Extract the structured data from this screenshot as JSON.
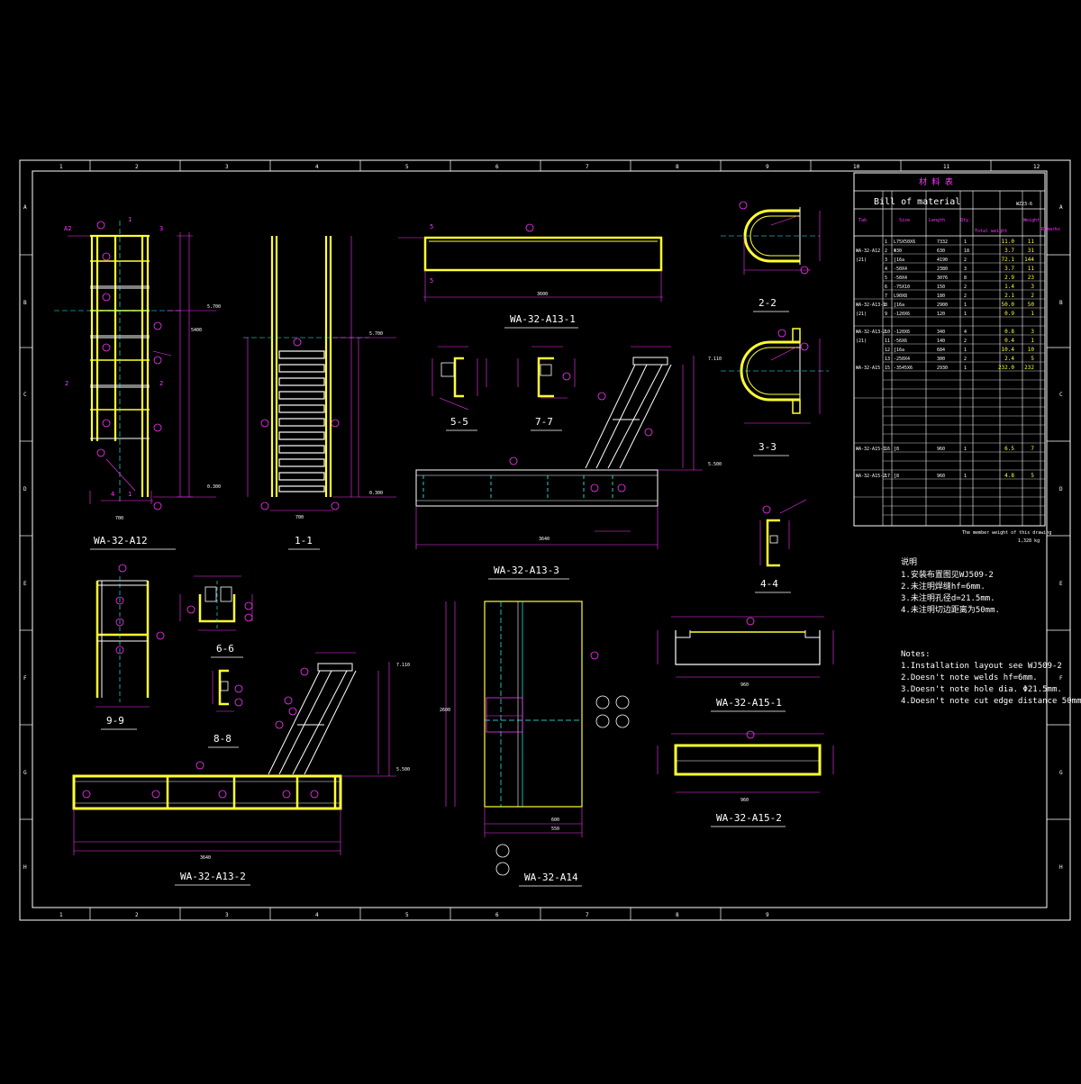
{
  "drawing": {
    "column_numbers_top": [
      "1",
      "2",
      "3",
      "4",
      "5",
      "6",
      "7",
      "8",
      "9",
      "10",
      "11",
      "12"
    ],
    "column_numbers_bottom": [
      "1",
      "2",
      "3",
      "4",
      "5",
      "6",
      "7",
      "8",
      "9"
    ],
    "row_letters": [
      "A",
      "B",
      "C",
      "D",
      "E",
      "F",
      "G",
      "H"
    ],
    "views": {
      "a12": "WA-32-A12",
      "s11": "1-1",
      "a13_1": "WA-32-A13-1",
      "s22": "2-2",
      "s33": "3-3",
      "s55": "5-5",
      "s77": "7-7",
      "a13_3": "WA-32-A13-3",
      "s44": "4-4",
      "s99": "9-9",
      "s66": "6-6",
      "s88": "8-8",
      "a14": "WA-32-A14",
      "a15_1": "WA-32-A15-1",
      "a15_2": "WA-32-A15-2",
      "a13_2": "WA-32-A13-2"
    },
    "elevations": {
      "a12_bottom": "0.300",
      "a12_top": "5.700",
      "s11_top": "5.700",
      "s11_bottom": "0.300",
      "a13_3_top": "7.110",
      "a13_3_base": "5.500",
      "a13_2_top": "7.110",
      "a13_2_base": "5.500"
    },
    "dims": {
      "a13_1_len": "3600",
      "a13_3_len": "3640",
      "a13_2_len": "3640",
      "a14_w": "600",
      "a14_w2": "550",
      "a14_h": "2600",
      "a15_1_len": "960",
      "a15_2_len": "960",
      "s11_w": "700",
      "a12_w": "700",
      "a12_h": "5400"
    },
    "bom": {
      "title_cn": "材 料 表",
      "title_en": "Bill of material",
      "sheet_no": "WZ23-6",
      "headers": [
        "Tab",
        "Size",
        "Length",
        "Qty.",
        "Total weight",
        "Weight",
        "Remarks"
      ],
      "rows": [
        {
          "tab": "",
          "no": "1",
          "size": "L75X50X6",
          "length": "7332",
          "qty": "1",
          "wt": "11.0",
          "tw": "11"
        },
        {
          "tab": "WA-32-A12",
          "no": "2",
          "size": "Φ30",
          "length": "630",
          "qty": "18",
          "wt": "3.7",
          "tw": "31"
        },
        {
          "tab": "(21)",
          "no": "3",
          "size": "[16a",
          "length": "4190",
          "qty": "2",
          "wt": "72.1",
          "tw": "144"
        },
        {
          "tab": "",
          "no": "4",
          "size": "-50X4",
          "length": "2380",
          "qty": "3",
          "wt": "3.7",
          "tw": "11"
        },
        {
          "tab": "",
          "no": "5",
          "size": "-50X4",
          "length": "3076",
          "qty": "8",
          "wt": "2.9",
          "tw": "23"
        },
        {
          "tab": "",
          "no": "6",
          "size": "-75X10",
          "length": "150",
          "qty": "2",
          "wt": "1.4",
          "tw": "3"
        },
        {
          "tab": "",
          "no": "7",
          "size": "L90X8",
          "length": "180",
          "qty": "2",
          "wt": "2.1",
          "tw": "2"
        },
        {
          "tab": "WA-32-A13-1",
          "no": "8",
          "size": "[16a",
          "length": "2900",
          "qty": "1",
          "wt": "50.0",
          "tw": "50"
        },
        {
          "tab": "(21)",
          "no": "9",
          "size": "-120X6",
          "length": "120",
          "qty": "1",
          "wt": "0.9",
          "tw": "1"
        },
        {
          "tab": "WA-32-A13-2",
          "no": "10",
          "size": "-120X6",
          "length": "340",
          "qty": "4",
          "wt": "0.8",
          "tw": "3"
        },
        {
          "tab": "(21)",
          "no": "11",
          "size": "-56X6",
          "length": "140",
          "qty": "2",
          "wt": "0.4",
          "tw": "1"
        },
        {
          "tab": "",
          "no": "12",
          "size": "[16a",
          "length": "684",
          "qty": "1",
          "wt": "10.4",
          "tw": "10"
        },
        {
          "tab": "",
          "no": "13",
          "size": "-250X4",
          "length": "300",
          "qty": "2",
          "wt": "2.4",
          "tw": "5"
        },
        {
          "tab": "WA-32-A15",
          "no": "15",
          "size": "-3545X6",
          "length": "2930",
          "qty": "1",
          "wt": "232.0",
          "tw": "232"
        },
        {
          "tab": "WA-32-A15-1",
          "no": "16",
          "size": "[8",
          "length": "960",
          "qty": "1",
          "wt": "6.5",
          "tw": "7"
        },
        {
          "tab": "WA-32-A15-2",
          "no": "17",
          "size": "[8",
          "length": "960",
          "qty": "1",
          "wt": "4.8",
          "tw": "5"
        }
      ],
      "weight_label": "The member weight of this drawing",
      "weight_value": "1,328 kg"
    },
    "notes_cn_title": "说明",
    "notes_cn": [
      "1.安装布置图见WJ509-2",
      "2.未注明焊缝hf=6mm.",
      "3.未注明孔径d=21.5mm.",
      "4.未注明切边距离为50mm."
    ],
    "notes_en_title": "Notes:",
    "notes_en": [
      "1.Installation layout see WJ509-2",
      "2.Doesn't note welds hf=6mm.",
      "3.Doesn't note hole dia. Φ21.5mm.",
      "4.Doesn't note cut  edge distance 50mm."
    ],
    "colors": {
      "frame": "#ffffff",
      "member": "#ffff33",
      "dim": "#ff33ff",
      "center": "#33ffff",
      "bubble": "#ff33ff"
    }
  }
}
